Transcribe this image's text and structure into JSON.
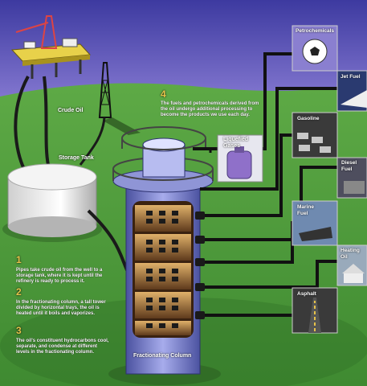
{
  "labels": {
    "crude_oil": "Crude Oil",
    "storage_tank": "Storage Tank",
    "liquefied_gases": [
      "Liquefied",
      "Gases"
    ],
    "fractionating_column": "Fractionating Column"
  },
  "products": {
    "petrochemicals": "Petrochemicals",
    "jet_fuel": "Jet Fuel",
    "gasoline": "Gasoline",
    "diesel_fuel": [
      "Diesel",
      "Fuel"
    ],
    "marine_fuel": [
      "Marine",
      "Fuel"
    ],
    "heating_oil": [
      "Heating",
      "Oil"
    ],
    "asphalt": "Asphalt"
  },
  "steps": [
    {
      "num": "1",
      "text": "Pipes take crude oil from the well to a storage tank, where it is kept until the refinery is ready to process it."
    },
    {
      "num": "2",
      "text": "In the fractionating column, a tall tower divided by horizontal trays, the oil is heated until it boils and vaporizes."
    },
    {
      "num": "3",
      "text": "The oil's constituent hydrocarbons cool, separate, and condense at different levels in the fractionating column."
    },
    {
      "num": "4",
      "text": "The fuels and petrochemicals derived from the oil undergo additional processing to become the products we use each day."
    }
  ],
  "colors": {
    "sky": "#5b4fb8",
    "grass": "#4f9a3c",
    "pipe": "#1a1a1a",
    "column": "#7f86c6",
    "step_number": "#e6c24a"
  }
}
